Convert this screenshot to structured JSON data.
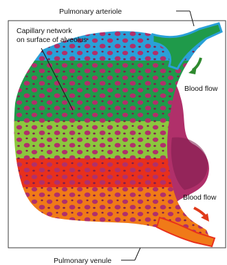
{
  "labels": {
    "arteriole": "Pulmonary arteriole",
    "capillary_line1": "Capillary network",
    "capillary_line2": "on surface of alveolus",
    "flow_top": "Blood flow",
    "flow_bottom": "Blood flow",
    "venule": "Pulmonary venule"
  },
  "colors": {
    "frame": "#3a3a3a",
    "alveolus": "#b0306a",
    "alveolus_dark": "#7e1d4c",
    "blue_vessel": "#2aa0d8",
    "green_vessel": "#1f9a4a",
    "lime_vessel": "#8cc63e",
    "red_vessel": "#e8301c",
    "orange_vessel": "#f07a18",
    "arrow_green": "#2f8a2f",
    "arrow_red": "#e03a1a"
  }
}
